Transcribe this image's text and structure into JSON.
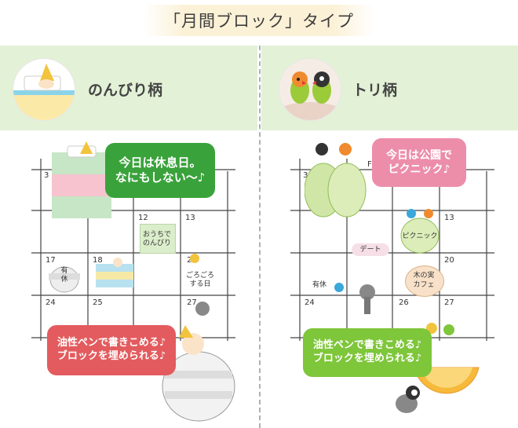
{
  "banner": {
    "title": "「月間ブロック」タイプ"
  },
  "left": {
    "label": "のんびり柄",
    "bubble_top_1": "今日は休息日。",
    "bubble_top_2": "なにもしない〜♪",
    "bubble_bottom_1": "油性ペンで書きこめる♪",
    "bubble_bottom_2": "ブロックを埋められる♪",
    "dates": [
      "3",
      "12",
      "13",
      "17",
      "18",
      "20",
      "24",
      "25",
      "27"
    ],
    "sticker_home_1": "おうちで",
    "sticker_home_2": "のんびり",
    "sticker_off_1": "有",
    "sticker_off_2": "休",
    "sticker_goro_1": "ごろごろ",
    "sticker_goro_2": "する日"
  },
  "right": {
    "label": "トリ柄",
    "bubble_top_1": "今日は公園で",
    "bubble_top_2": "ピクニック♪",
    "bubble_bottom_1": "油性ペンで書きこめる♪",
    "bubble_bottom_2": "ブロックを埋められる♪",
    "dates": [
      "3",
      "F",
      "13",
      "20",
      "24",
      "26",
      "27"
    ],
    "sticker_date": "デート",
    "sticker_picnic": "ピクニック",
    "sticker_off": "有休",
    "sticker_cafe_1": "木の実",
    "sticker_cafe_2": "カフェ"
  },
  "colors": {
    "header_bg": "#e3f1d6",
    "bubble_green": "#3aa23b",
    "bubble_pink": "#ec8eaa",
    "bubble_red": "#e35b5e",
    "bubble_lime": "#7ec63a"
  }
}
